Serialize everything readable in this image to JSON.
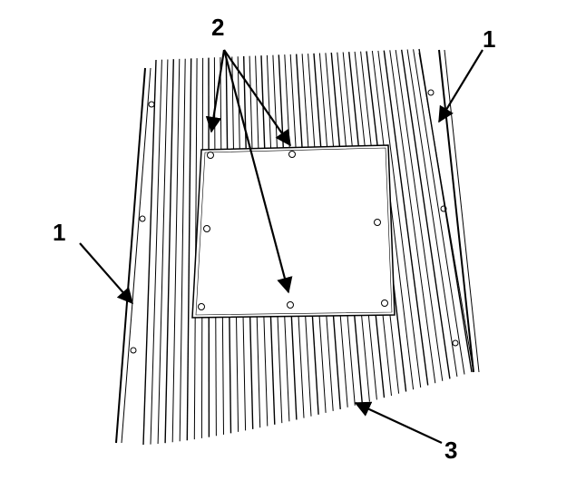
{
  "labels": {
    "rail_right": "1",
    "rail_left": "1",
    "fasteners": "2",
    "skin": "3"
  },
  "colors": {
    "line": "#000000",
    "background": "#ffffff",
    "panel_fill": "#ffffff"
  }
}
